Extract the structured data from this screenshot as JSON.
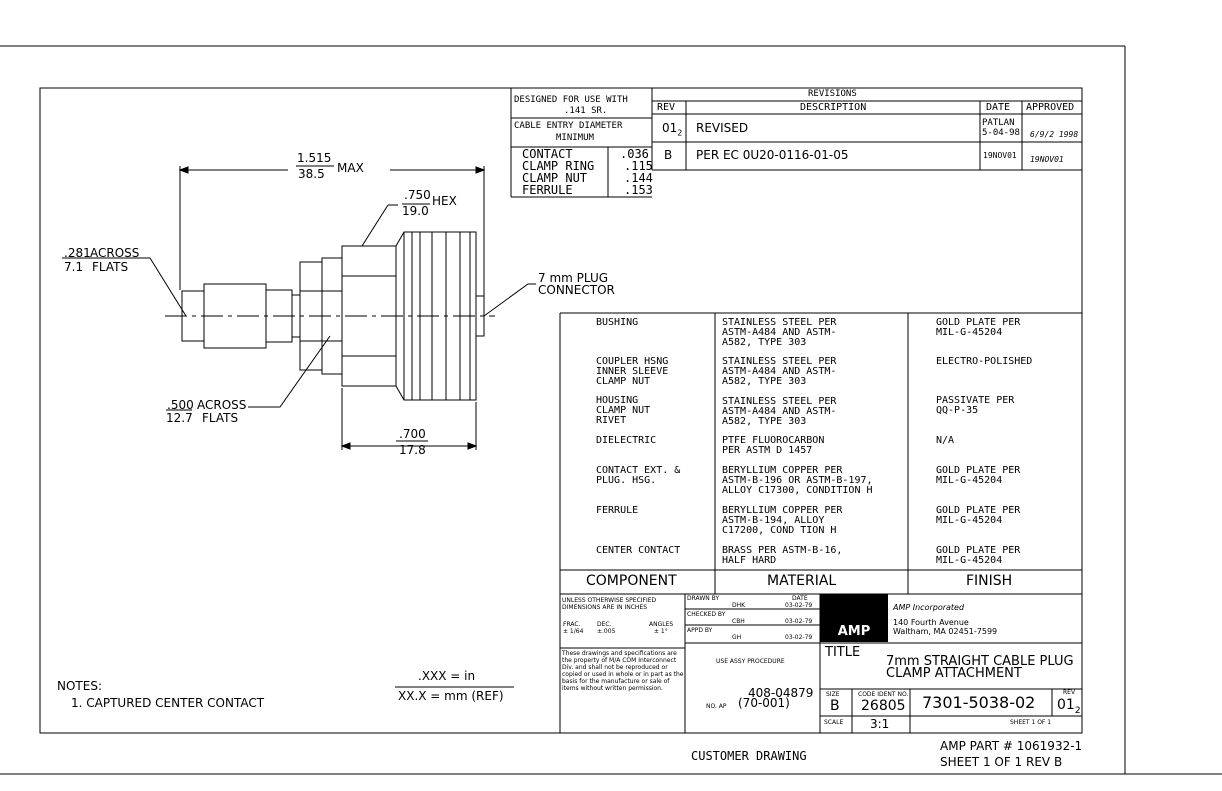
{
  "revisions": {
    "title": "REVISIONS",
    "headers": {
      "rev": "REV",
      "description": "DESCRIPTION",
      "date": "DATE",
      "approved": "APPROVED"
    },
    "rows": [
      {
        "rev": "01",
        "rev_sub": "2",
        "description": "REVISED",
        "date": "PATLAN 5-04-98",
        "approved": "6/9/2 1998"
      },
      {
        "rev": "B",
        "rev_sub": "",
        "description": "PER EC 0U20-0116-01-05",
        "date": "19NOV01",
        "approved": "19NOV01"
      }
    ]
  },
  "design_info": {
    "designed_for_label": "DESIGNED FOR USE WITH",
    "designed_for_value": ".141 SR.",
    "cable_entry_label": "CABLE ENTRY DIAMETER",
    "cable_entry_min": "MINIMUM",
    "items": [
      {
        "name": "CONTACT",
        "value": ".036"
      },
      {
        "name": "CLAMP RING",
        "value": ".115"
      },
      {
        "name": "CLAMP NUT",
        "value": ".144"
      },
      {
        "name": "FERRULE",
        "value": ".153"
      }
    ]
  },
  "dimensions": {
    "overall_in": "1.515",
    "overall_mm": "38.5",
    "overall_suffix": "MAX",
    "hex_in": ".750",
    "hex_mm": "19.0",
    "hex_suffix": "HEX",
    "flats_small_in": ".281",
    "flats_small_text": "ACROSS",
    "flats_small_mm": "7.1",
    "flats_small_suffix": "FLATS",
    "connector_line1": "7 mm PLUG",
    "connector_line2": "CONNECTOR",
    "flats_large_in": ".500",
    "flats_large_text": "ACROSS",
    "flats_large_mm": "12.7",
    "flats_large_suffix": "FLATS",
    "length_in": ".700",
    "length_mm": "17.8"
  },
  "bom": {
    "headers": {
      "component": "COMPONENT",
      "material": "MATERIAL",
      "finish": "FINISH"
    },
    "rows": [
      {
        "component": [
          "BUSHING"
        ],
        "material": [
          "STAINLESS STEEL PER",
          "ASTM-A484 AND ASTM-",
          "A582, TYPE 303"
        ],
        "finish": [
          "GOLD PLATE PER",
          "MIL-G-45204"
        ]
      },
      {
        "component": [
          "COUPLER HSNG",
          "INNER SLEEVE",
          "CLAMP NUT"
        ],
        "material": [
          "STAINLESS STEEL PER",
          "ASTM-A484 AND ASTM-",
          "A582, TYPE 303"
        ],
        "finish": [
          "ELECTRO-POLISHED"
        ]
      },
      {
        "component": [
          "HOUSING",
          "CLAMP NUT",
          "RIVET"
        ],
        "material": [
          "STAINLESS STEEL PER",
          "ASTM-A484 AND ASTM-",
          "A582, TYPE 303"
        ],
        "finish": [
          "PASSIVATE PER",
          "QQ-P-35"
        ]
      },
      {
        "component": [
          "DIELECTRIC"
        ],
        "material": [
          "PTFE FLUOROCARBON",
          "PER ASTM D 1457"
        ],
        "finish": [
          "N/A"
        ]
      },
      {
        "component": [
          "CONTACT EXT. &",
          "PLUG. HSG."
        ],
        "material": [
          "BERYLLIUM COPPER PER",
          "ASTM-B-196 OR ASTM-B-197,",
          "ALLOY C17300, CONDITION H"
        ],
        "finish": [
          "GOLD PLATE PER",
          "MIL-G-45204"
        ]
      },
      {
        "component": [
          "FERRULE"
        ],
        "material": [
          "BERYLLIUM COPPER PER",
          "ASTM-B-194, ALLOY",
          "C17200, COND TION H"
        ],
        "finish": [
          "GOLD PLATE PER",
          "MIL-G-45204"
        ]
      },
      {
        "component": [
          "CENTER CONTACT"
        ],
        "material": [
          "BRASS PER ASTM-B-16,",
          "HALF HARD"
        ],
        "finish": [
          "GOLD PLATE PER",
          "MIL-G-45204"
        ]
      }
    ]
  },
  "title_block": {
    "tolerance_title": "UNLESS OTHERWISE SPECIFIED DIMENSIONS ARE IN INCHES",
    "frac_label": "FRAC.",
    "frac_value": "± 1/64",
    "dec_label": "DEC.",
    "dec_value": "±.005",
    "angles_label": "ANGLES",
    "angles_value": "± 1°",
    "disclaimer": "These drawings and specifications are the property of M/A COM Interconnect Div. and shall not be reproduced or copied or used in whole or in part as the basis for the manufacture or sale of items without written permission.",
    "drawn_by": "DRAWN BY",
    "drawn_name": "DHK",
    "drawn_date": "03-02-79",
    "date_label": "DATE",
    "checked_by": "CHECKED BY",
    "checked_name": "CBH",
    "checked_date": "03-02-79",
    "appd_by": "APPD BY",
    "appd_name": "GH",
    "appd_date": "03-02-79",
    "company": "AMP Incorporated",
    "address1": "140 Fourth Avenue",
    "address2": "Waltham, MA 02451-7599",
    "logo": "AMP",
    "title_label": "TITLE",
    "title_line1": "7mm STRAIGHT CABLE PLUG",
    "title_line2": "CLAMP ATTACHMENT",
    "use_assy": "USE ASSY PROCEDURE",
    "procedure_no": "408-04879",
    "no_ap_label": "NO. AP",
    "no_ap_value": "(70-001)",
    "size_label": "SIZE",
    "size_value": "B",
    "code_label": "CODE IDENT NO.",
    "code_value": "26805",
    "drawing_no": "7301-5038-02",
    "rev_label": "REV",
    "rev_value": "01",
    "rev_sub": "2",
    "scale_label": "SCALE",
    "scale_value": "3:1",
    "sheet": "SHEET 1 OF 1"
  },
  "units_note": {
    "line1": ".XXX = in",
    "line2": "XX.X = mm (REF)"
  },
  "notes": {
    "title": "NOTES:",
    "item1": "1. CAPTURED CENTER CONTACT"
  },
  "footer": {
    "customer": "CUSTOMER DRAWING",
    "amp_part": "AMP PART # 1061932-1",
    "sheet_rev": "SHEET 1 OF 1  REV B"
  }
}
